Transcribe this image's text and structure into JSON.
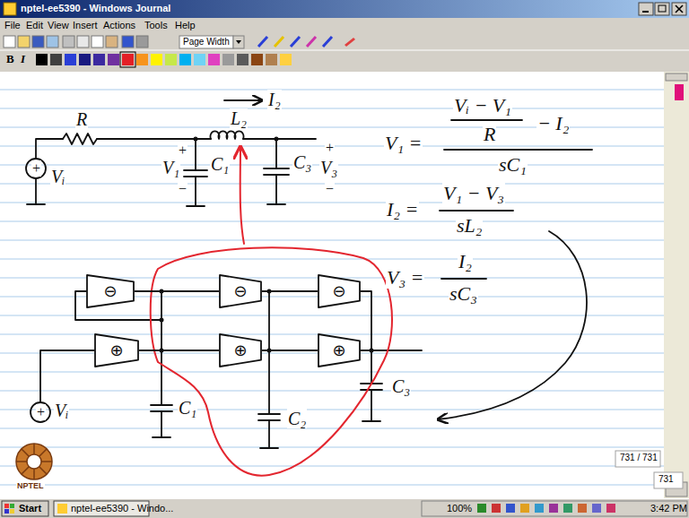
{
  "diagram": {
    "nodes": [
      {
        "text": [
          "⊖"
        ]
      },
      {
        "text": [
          "⊖"
        ]
      },
      {
        "text": [
          "⊖"
        ]
      },
      {
        "text": [
          "⊕"
        ]
      },
      {
        "text": [
          "⊕"
        ]
      },
      {
        "text": [
          "⊕"
        ]
      }
    ],
    "edges": [
      {
        "from": 0,
        "to": 1,
        "arrow": "none"
      },
      {
        "from": 1,
        "to": 2,
        "arrow": "none"
      },
      {
        "from": 3,
        "to": 4,
        "arrow": "none"
      },
      {
        "from": 4,
        "to": 5,
        "arrow": "none"
      }
    ],
    "labels": [
      "nptel-ee5390 - Windows Journal",
      "File",
      "Edit",
      "View",
      "Insert",
      "Actions",
      "Tools",
      "Help",
      "Page Width",
      "B",
      "I",
      "R",
      "L₂",
      "I₂",
      "+",
      "Vᵢ",
      "+",
      "V₁",
      "−",
      "C₁",
      "C₃",
      "+",
      "V₃",
      "−",
      "V₁ =",
      "Vᵢ − V₁",
      "R",
      "− I₂",
      "sC₁",
      "I₂ =",
      "V₁ − V₃",
      "sL₂",
      "V₃ =",
      "I₂",
      "sC₃",
      "C₁",
      "C₂",
      "C₃",
      "+",
      "Vᵢ",
      "NPTEL",
      "731 / 731",
      "731",
      "Start",
      "nptel-ee5390 - Windo...",
      "100%",
      "3:42 PM"
    ]
  }
}
